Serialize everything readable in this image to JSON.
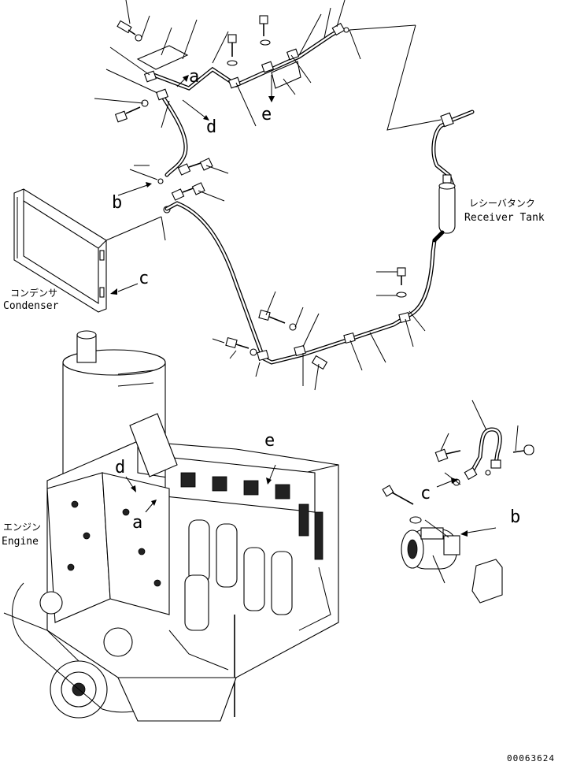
{
  "labels": {
    "condenser_jp": "コンデンサ",
    "condenser_en": "Condenser",
    "receiver_jp": "レシーバタンク",
    "receiver_en": "Receiver Tank",
    "engine_jp": "エンジン",
    "engine_en": "Engine"
  },
  "connection_letters": {
    "a": "a",
    "b": "b",
    "c": "c",
    "d": "d",
    "e": "e"
  },
  "drawing_number": "00063624"
}
